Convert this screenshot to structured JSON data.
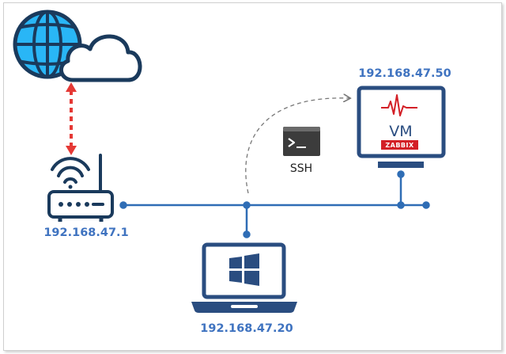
{
  "nodes": {
    "router": {
      "ip": "192.168.47.1"
    },
    "laptop": {
      "ip": "192.168.47.20"
    },
    "vm": {
      "ip": "192.168.47.50",
      "label": "VM",
      "brand": "ZABBIX"
    }
  },
  "connection": {
    "label": "SSH"
  },
  "icons": {
    "internet": "globe-icon",
    "cloud": "cloud-icon",
    "router": "wifi-router-icon",
    "laptop": "laptop-icon",
    "os": "windows-logo-icon",
    "monitor": "monitor-icon",
    "heartbeat": "heartbeat-icon",
    "terminal": "terminal-icon"
  },
  "colors": {
    "network_line": "#2f6db5",
    "device_blue": "#2a4d80",
    "ip_label": "#3f73c0",
    "internet_link": "#e53935",
    "globe": "#29b6f6",
    "zabbix": "#d31f26"
  }
}
